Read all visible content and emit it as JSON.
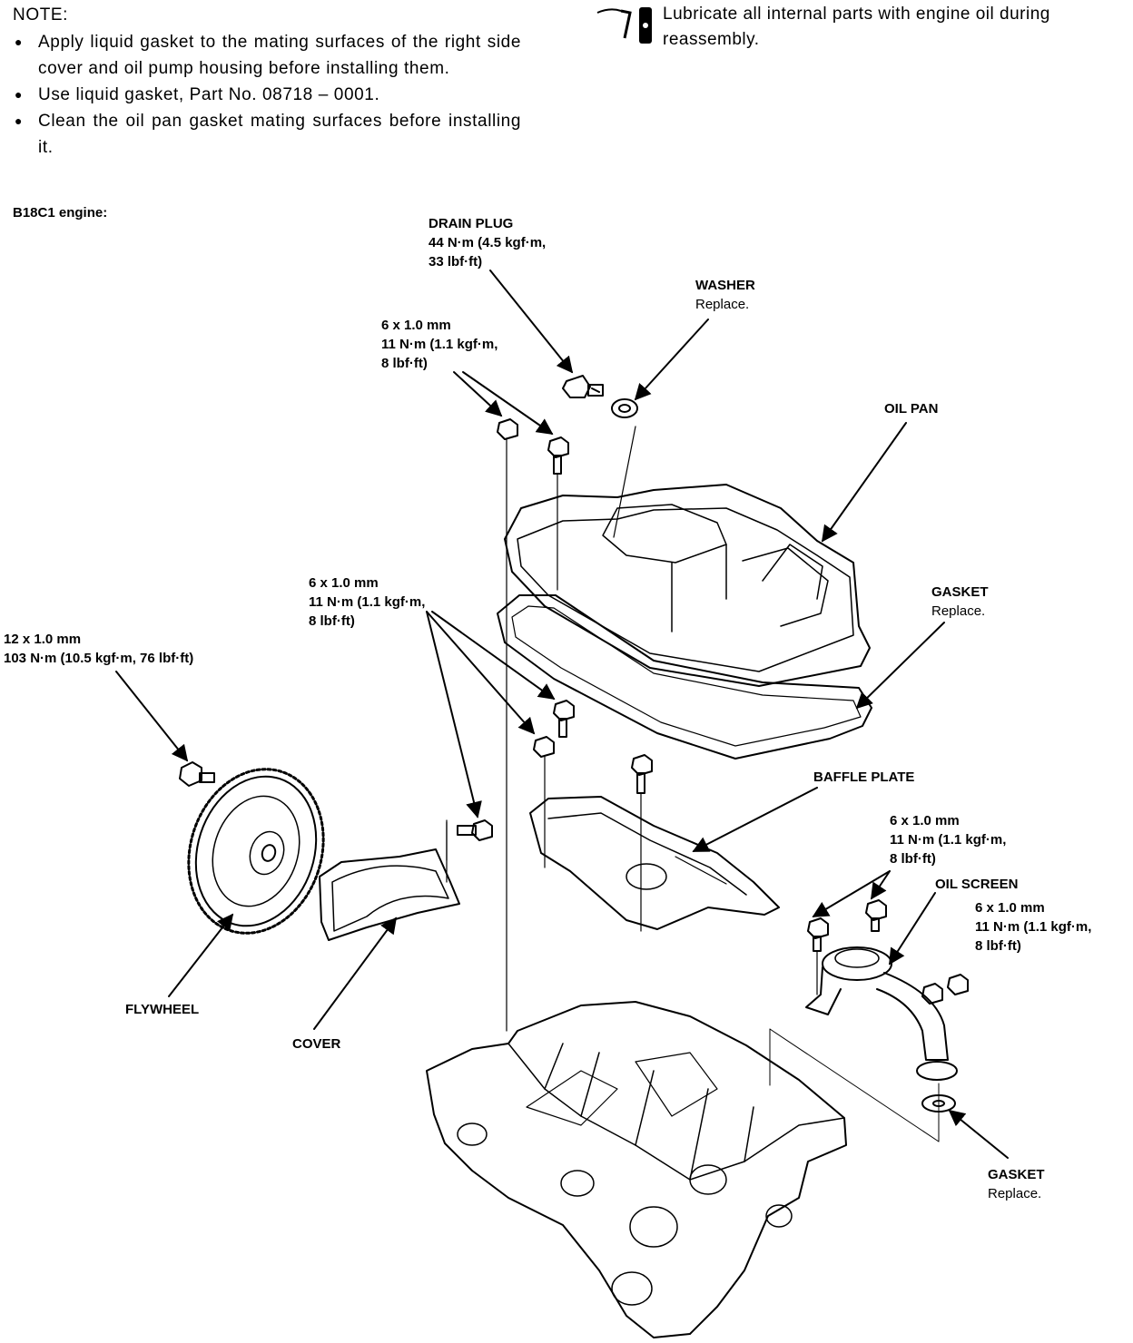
{
  "notes": {
    "heading": "NOTE:",
    "items": [
      "Apply liquid gasket to the mating surfaces of the right side cover and oil pump housing before installing them.",
      "Use liquid gasket, Part No. 08718 – 0001.",
      "Clean the oil pan gasket mating surfaces before installing it."
    ]
  },
  "lubricate_note": "Lubricate all internal parts with engine oil during reassembly.",
  "engine_label": "B18C1 engine:",
  "callouts": {
    "drain_plug": {
      "name": "DRAIN PLUG",
      "spec": "44 N·m (4.5 kgf·m,",
      "spec2": "33 lbf·ft)"
    },
    "washer": {
      "name": "WASHER",
      "note": "Replace."
    },
    "bolt_top": {
      "size": "6 x 1.0 mm",
      "torque": "11 N·m (1.1 kgf·m,",
      "torque2": "8 lbf·ft)"
    },
    "oil_pan": {
      "name": "OIL PAN"
    },
    "gasket_pan": {
      "name": "GASKET",
      "note": "Replace."
    },
    "bolt_mid": {
      "size": "6 x 1.0 mm",
      "torque": "11 N·m (1.1 kgf·m,",
      "torque2": "8 lbf·ft)"
    },
    "flywheel_bolt": {
      "size": "12 x 1.0 mm",
      "torque": "103 N·m (10.5 kgf·m, 76 lbf·ft)"
    },
    "baffle_plate": {
      "name": "BAFFLE PLATE"
    },
    "bolt_screen": {
      "size": "6 x 1.0 mm",
      "torque": "11 N·m (1.1 kgf·m,",
      "torque2": "8 lbf·ft)"
    },
    "oil_screen": {
      "name": "OIL SCREEN"
    },
    "nut_screen": {
      "size": "6 x 1.0 mm",
      "torque": "11 N·m (1.1 kgf·m,",
      "torque2": "8 lbf·ft)"
    },
    "flywheel": {
      "name": "FLYWHEEL"
    },
    "cover": {
      "name": "COVER"
    },
    "gasket_screen": {
      "name": "GASKET",
      "note": "Replace."
    }
  },
  "icons": [
    "oil-can-icon"
  ]
}
